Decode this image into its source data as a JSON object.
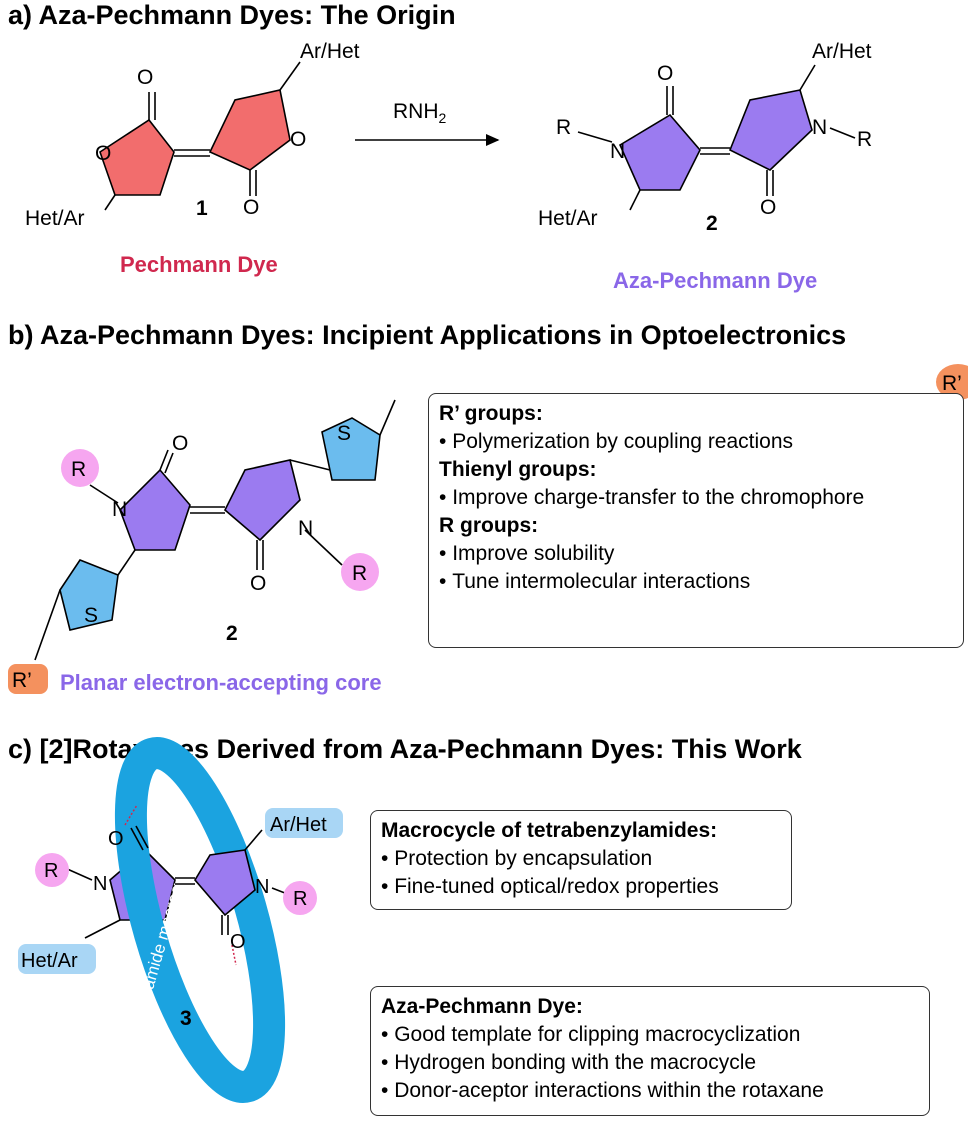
{
  "colors": {
    "pechmann": "#F26D6D",
    "aza": "#9B7BF0",
    "thiophene": "#6BBCEE",
    "r_group": "#F6A6F0",
    "r_prime": "#F4915E",
    "macrocycle": "#1BA3E0",
    "ar_label": "#A9D6F5",
    "pechmann_text": "#D0284E",
    "aza_text": "#8A67E8"
  },
  "sections": {
    "a": {
      "heading": "a) Aza-Pechmann Dyes: The Origin",
      "reagent_main": "RNH",
      "reagent_sub": "2",
      "left": {
        "number": "1",
        "caption": "Pechmann Dye",
        "o_top": "O",
        "o_ring": "O",
        "o_ring2": "O",
        "o_bottom": "O",
        "ar_top": "Ar/Het",
        "ar_bottom": "Het/Ar"
      },
      "right": {
        "number": "2",
        "caption": "Aza-Pechmann Dye",
        "r_left": "R",
        "n_left": "N",
        "o_top": "O",
        "o_bottom": "O",
        "n_right": "N",
        "r_right": "R",
        "ar_top": "Ar/Het",
        "ar_bottom": "Het/Ar"
      }
    },
    "b": {
      "heading": "b) Aza-Pechmann Dyes: Incipient Applications in Optoelectronics",
      "molecule": {
        "number": "2",
        "r": "R",
        "r_prime": "R’",
        "n": "N",
        "o": "O",
        "s": "S",
        "caption": "Planar electron-accepting core"
      },
      "box": {
        "r_prime_heading": "R’ groups:",
        "r_prime_items": [
          "Polymerization by coupling reactions"
        ],
        "thienyl_heading": "Thienyl groups:",
        "thienyl_items": [
          "Improve charge-transfer to the chromophore"
        ],
        "r_heading": "R groups:",
        "r_items": [
          "Improve solubility",
          "Tune intermolecular interactions"
        ]
      }
    },
    "c": {
      "heading": "c) [2]Rotaxanes Derived from Aza-Pechmann Dyes: This Work",
      "molecule": {
        "number": "3",
        "macrocycle_label": "tetrabenzylamide macrocycle",
        "r": "R",
        "n": "N",
        "o": "O",
        "ar_top": "Ar/Het",
        "ar_bottom": "Het/Ar"
      },
      "box1": {
        "heading": "Macrocycle of tetrabenzylamides:",
        "items": [
          "Protection by encapsulation",
          "Fine-tuned optical/redox properties"
        ]
      },
      "box2": {
        "heading": "Aza-Pechmann Dye:",
        "items": [
          "Good template for clipping macrocyclization",
          "Hydrogen bonding with the macrocycle",
          "Donor-aceptor interactions within the rotaxane"
        ]
      }
    }
  }
}
